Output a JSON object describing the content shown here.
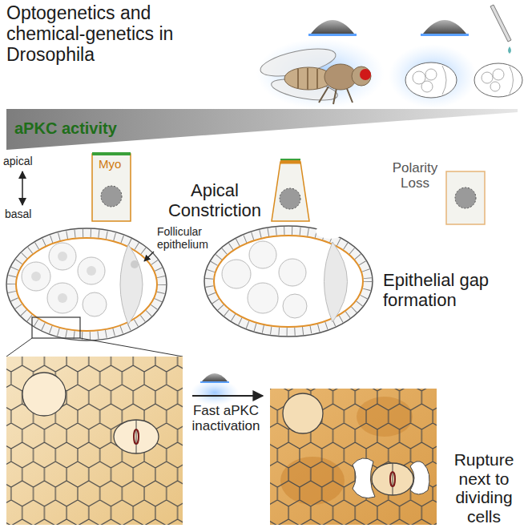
{
  "diagram": {
    "title": "Optogenetics and chemical-genetics in Drosophila",
    "labels": [
      "aPKC activity",
      "apical",
      "basal",
      "Myo",
      "Apical Constriction",
      "Polarity Loss",
      "Follicular epithelium",
      "Epithelial gap formation",
      "Fast aPKC inactivation",
      "Rupture next to dividing cells"
    ]
  }
}
